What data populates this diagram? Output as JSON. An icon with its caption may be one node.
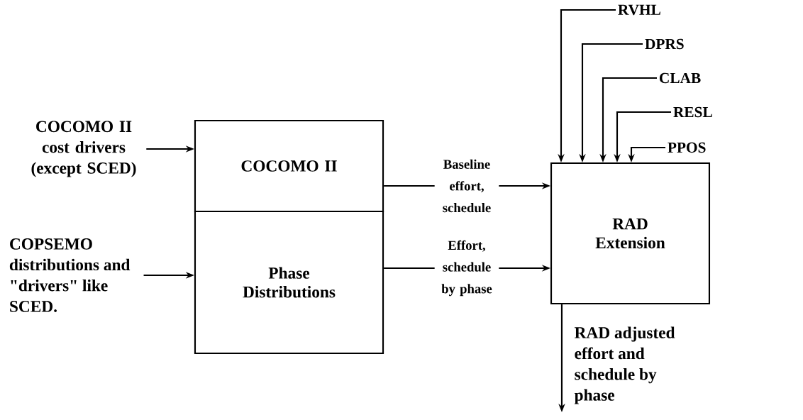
{
  "diagram": {
    "nodes": [
      {
        "text": [
          "COCOMO II cost drivers (except SCED)"
        ]
      },
      {
        "text": [
          "COPSEMO distributions and \"drivers\" like SCED."
        ]
      },
      {
        "text": [
          "COCOMO II"
        ]
      },
      {
        "text": [
          "Phase Distributions"
        ]
      },
      {
        "text": [
          "RAD Extension"
        ]
      },
      {
        "text": [
          "RVHL"
        ]
      },
      {
        "text": [
          "DPRS"
        ]
      },
      {
        "text": [
          "CLAB"
        ]
      },
      {
        "text": [
          "RESL"
        ]
      },
      {
        "text": [
          "PPOS"
        ]
      }
    ],
    "edges": [
      {
        "from": 0,
        "to": 2,
        "arrow": "to"
      },
      {
        "from": 1,
        "to": 3,
        "arrow": "to"
      },
      {
        "from": 2,
        "to": 4,
        "arrow": "to",
        "label": "Baseline effort, schedule"
      },
      {
        "from": 3,
        "to": 4,
        "arrow": "to",
        "label": "Effort, schedule by phase"
      },
      {
        "from": 5,
        "to": 4,
        "arrow": "to"
      },
      {
        "from": 6,
        "to": 4,
        "arrow": "to"
      },
      {
        "from": 7,
        "to": 4,
        "arrow": "to"
      },
      {
        "from": 8,
        "to": 4,
        "arrow": "to"
      },
      {
        "from": 9,
        "to": 4,
        "arrow": "to"
      },
      {
        "from": 4,
        "to": null,
        "arrow": "to",
        "label": "RAD adjusted effort and schedule by phase"
      }
    ]
  }
}
